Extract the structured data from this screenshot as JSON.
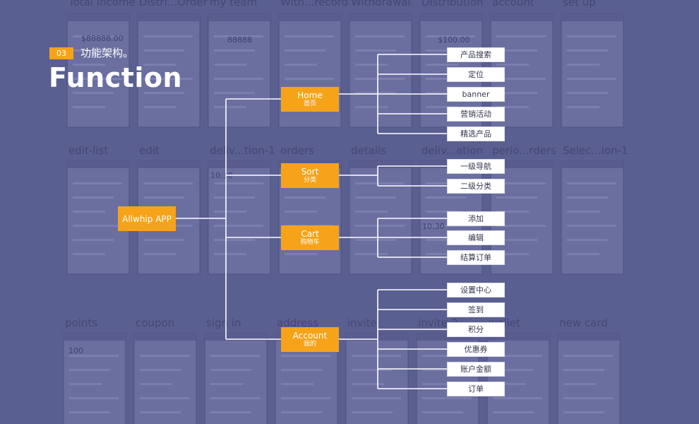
{
  "header": {
    "tag": "03",
    "section_title": "功能架构。",
    "title": "Function"
  },
  "root": {
    "label": "Allwhip APP"
  },
  "categories": [
    {
      "en": "Home",
      "zh": "首页",
      "items": [
        "产品搜索",
        "定位",
        "banner",
        "营销活动",
        "精选产品"
      ]
    },
    {
      "en": "Sort",
      "zh": "分类",
      "items": [
        "一级导航",
        "二级分类"
      ]
    },
    {
      "en": "Cart",
      "zh": "购物车",
      "items": [
        "添加",
        "编辑",
        "结算订单"
      ]
    },
    {
      "en": "Account",
      "zh": "我的",
      "items": [
        "设置中心",
        "签到",
        "积分",
        "优惠券",
        "账户金额",
        "订单"
      ]
    }
  ],
  "background": {
    "screen_titles": [
      "Total income",
      "Distri...Order",
      "my team",
      "With...record",
      "Withdrawal",
      "Distribution",
      "account",
      "set up",
      "edit-list",
      "edit",
      "deliv...tion-1",
      "orders",
      "details",
      "deliv...ation",
      "perio...rders",
      "Selec...ion-1",
      "points",
      "coupon",
      "sign in",
      "address",
      "invite",
      "invite-2",
      "wallet",
      "new card"
    ],
    "screen_values": [
      "$88888.00",
      "88888",
      "$100.00",
      "10:30",
      "10:30",
      "100"
    ]
  },
  "colors": {
    "background": "#5a5f91",
    "accent": "#f7a319",
    "leaf": "#ffffff",
    "line": "#ffffff"
  }
}
